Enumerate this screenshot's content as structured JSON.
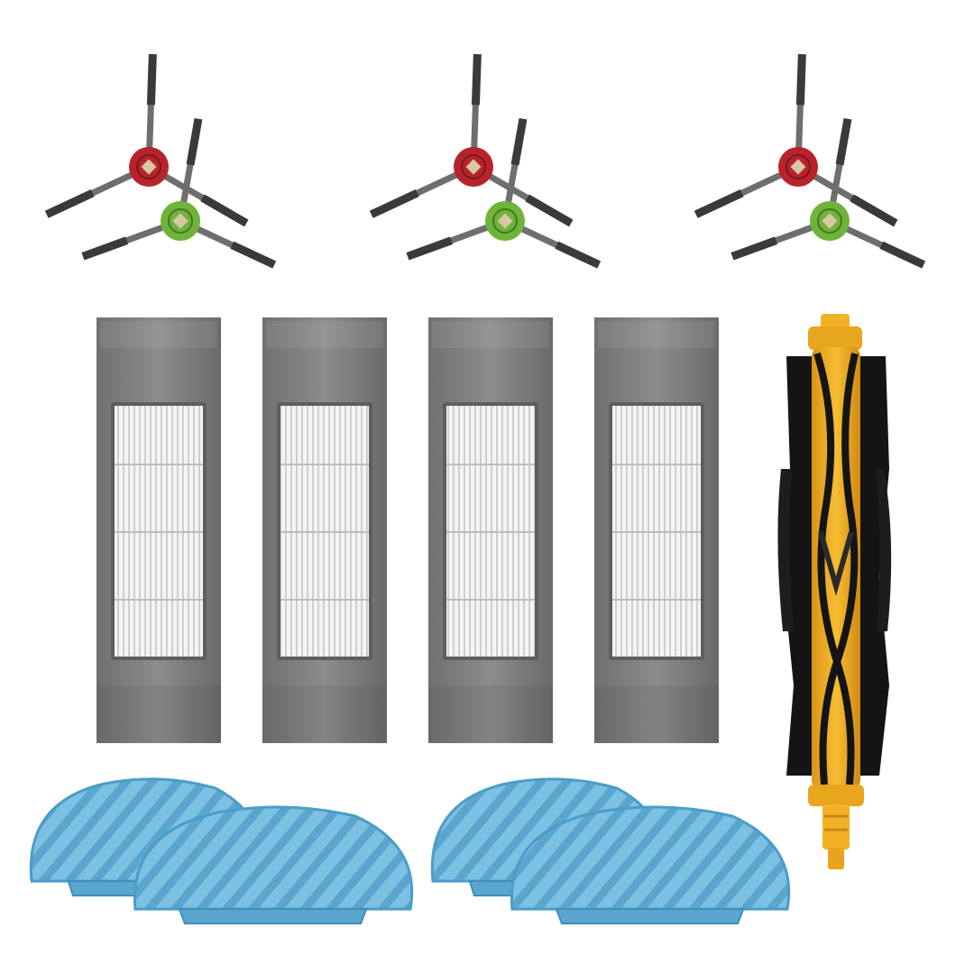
{
  "scene": {
    "background": "#ffffff",
    "kit_items": [
      {
        "kind": "side-brush-pair",
        "count": 3,
        "hub_colors": [
          "#b8232b",
          "#6fb43a"
        ]
      },
      {
        "kind": "hepa-filter",
        "count": 4,
        "frame_color": "#7d7d7d"
      },
      {
        "kind": "main-roller-brush",
        "count": 1,
        "core_color": "#f2b225",
        "bristle_color": "#141414"
      },
      {
        "kind": "mop-pad",
        "count": 4,
        "color": "#6fb9dd"
      }
    ],
    "colors": {
      "bristle": "#3a3a3a",
      "brush_arm": "#6e6e6e",
      "hub_red": "#b8232b",
      "hub_green": "#6fb43a",
      "filter_frame": "#7d7d7d",
      "filter_pleat": "#ffffff",
      "roller_core": "#f2b225",
      "roller_black": "#141414",
      "mop": "#6fb9dd",
      "mop_stripe": "#4a9dc7"
    }
  }
}
